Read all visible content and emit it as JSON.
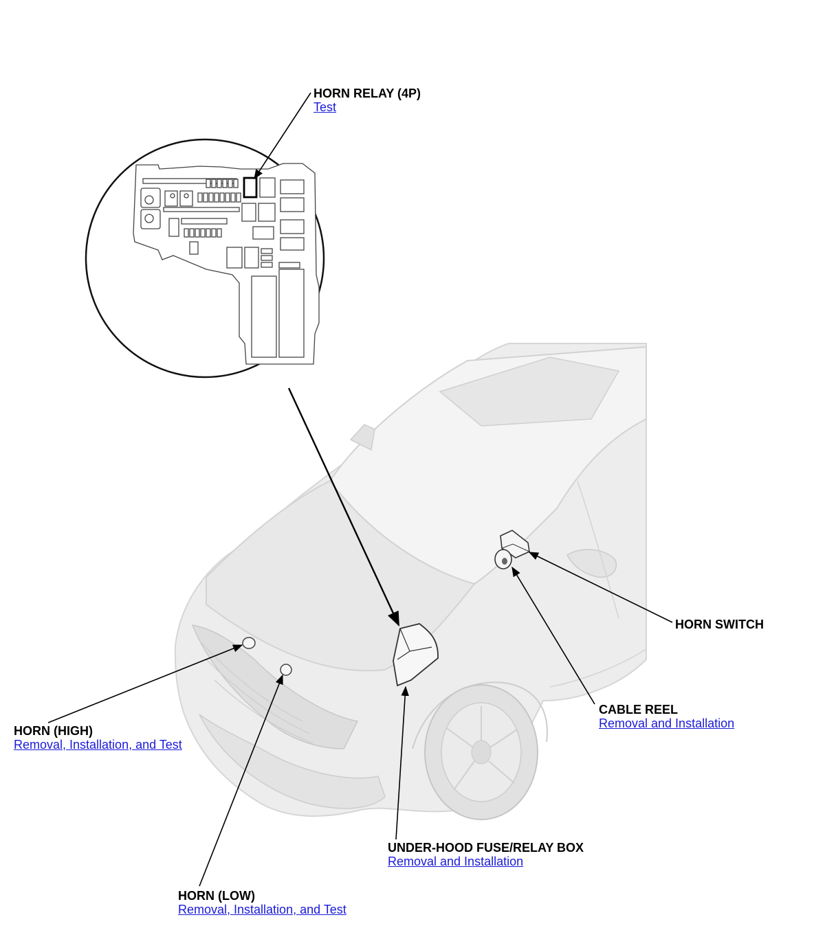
{
  "callouts": {
    "horn_relay": {
      "title": "HORN RELAY (4P)",
      "link": "Test"
    },
    "horn_switch": {
      "title": "HORN SWITCH"
    },
    "cable_reel": {
      "title": "CABLE REEL",
      "link": "Removal and Installation"
    },
    "horn_high": {
      "title": "HORN (HIGH)",
      "link": "Removal, Installation, and Test"
    },
    "fuse_box": {
      "title": "UNDER-HOOD FUSE/RELAY BOX",
      "link": "Removal and Installation"
    },
    "horn_low": {
      "title": "HORN (LOW)",
      "link": "Removal, Installation, and Test"
    }
  },
  "colors": {
    "link": "#1a1ad8",
    "text": "#000000",
    "car_fill": "#e9e9e9",
    "car_line": "#cfcfcf"
  }
}
